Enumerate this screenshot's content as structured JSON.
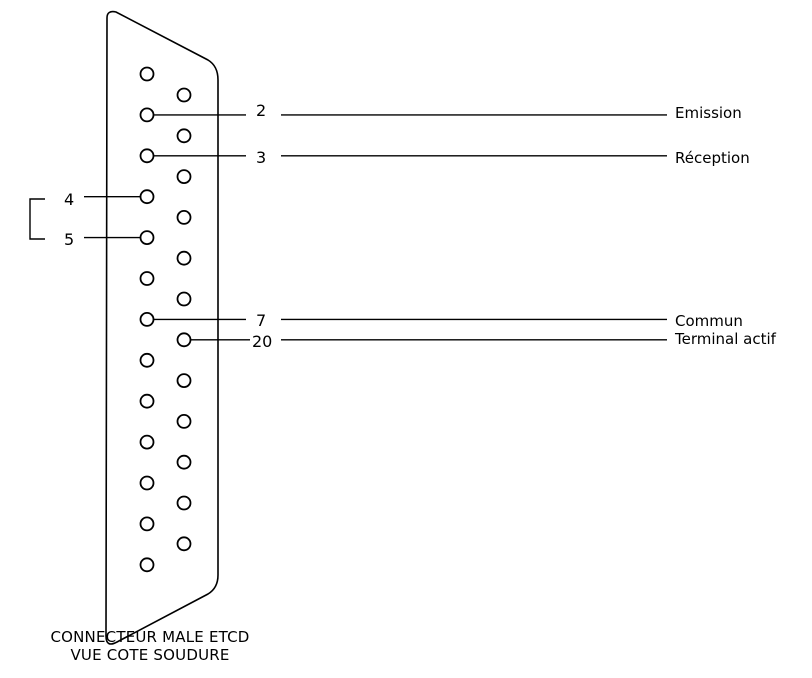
{
  "caption": {
    "line1": "CONNECTEUR MALE ETCD",
    "line2": "VUE COTE SOUDURE"
  },
  "connector": {
    "top_row_pin_count": 13,
    "bottom_row_pin_count": 12
  },
  "signals": [
    {
      "pin": "2",
      "name": "Emission"
    },
    {
      "pin": "3",
      "name": "Réception"
    },
    {
      "pin": "7",
      "name": "Commun"
    },
    {
      "pin": "20",
      "name": "Terminal actif"
    }
  ],
  "loopback": {
    "pins": [
      "4",
      "5"
    ]
  },
  "colors": {
    "stroke": "#000000",
    "background": "#ffffff"
  }
}
